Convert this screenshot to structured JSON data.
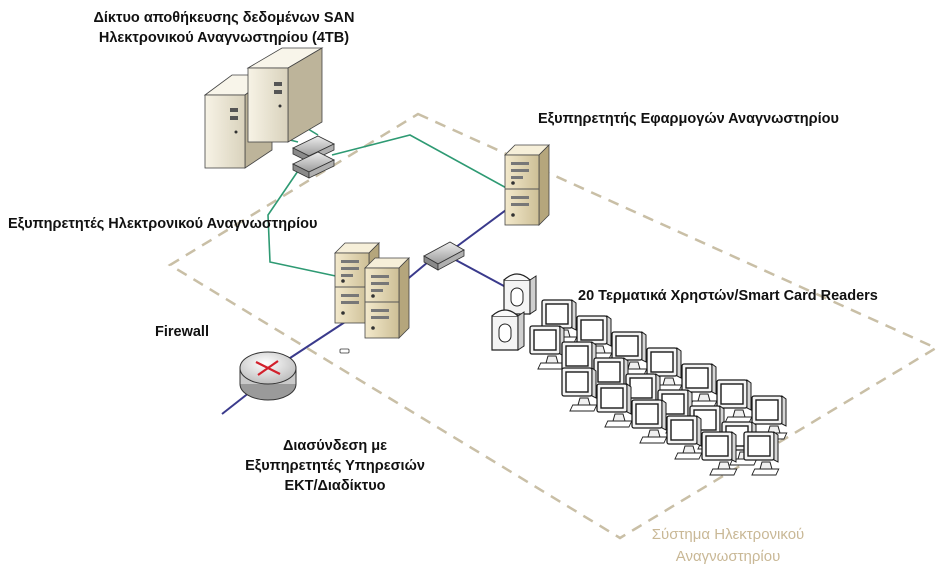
{
  "labels": {
    "san_line1": "Δίκτυο αποθήκευσης δεδομένων SAN",
    "san_line2": "Ηλεκτρονικού Αναγνωστηρίου (4TB)",
    "app_server": "Εξυπηρετητής Εφαρμογών Αναγνωστηρίου",
    "reading_room_servers": "Εξυπηρετητές Ηλεκτρονικού Αναγνωστηρίου",
    "terminals": "20 Τερματικά Χρηστών/Smart Card Readers",
    "firewall": "Firewall",
    "link_line1": "Διασύνδεση με",
    "link_line2": "Εξυπηρετητές Υπηρεσιών",
    "link_line3": "ΕΚΤ/Διαδίκτυο",
    "zone_line1": "Σύστημα Ηλεκτρονικού",
    "zone_line2": "Αναγνωστηρίου"
  },
  "colors": {
    "zone_border": "#c9bfa6",
    "san_link": "#2e9a73",
    "lan_link": "#3a3a8c",
    "zone_text": "#c9b896"
  },
  "icons": {
    "storage": "storage-cabinet-icon",
    "switch": "network-switch-icon",
    "server": "tower-server-icon",
    "router": "router-firewall-icon",
    "monitor": "monitor-icon",
    "reader": "smart-card-reader-icon"
  }
}
